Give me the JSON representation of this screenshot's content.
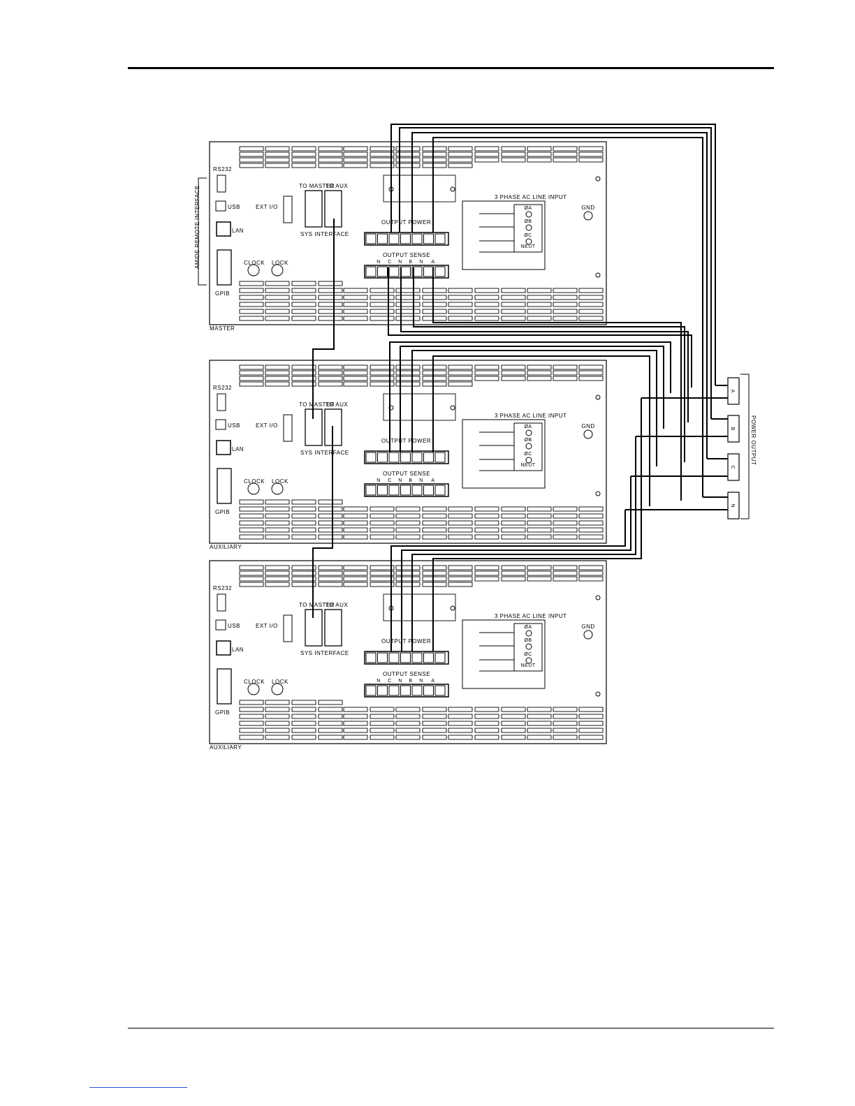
{
  "units": [
    {
      "role_label": "MASTER",
      "rs232": "RS232",
      "usb": "USB",
      "lan": "LAN",
      "gpib": "GPIB",
      "ext_io": "EXT I/O",
      "to_master": "TO MASTER",
      "to_aux": "TO AUX",
      "sys_interface": "SYS INTERFACE",
      "clock": "CLOCK",
      "lock": "LOCK",
      "output_power": "OUTPUT POWER",
      "output_sense": "OUTPUT SENSE",
      "sense_terminals": [
        "N",
        "C",
        "N",
        "B",
        "N",
        "A"
      ],
      "ac_input": "3 PHASE AC LINE INPUT",
      "gnd": "GND",
      "phases": [
        "ØA",
        "ØB",
        "ØC",
        "NEUT"
      ]
    },
    {
      "role_label": "AUXILIARY",
      "rs232": "RS232",
      "usb": "USB",
      "lan": "LAN",
      "gpib": "GPIB",
      "ext_io": "EXT I/O",
      "to_master": "TO MASTER",
      "to_aux": "TO AUX",
      "sys_interface": "SYS INTERFACE",
      "clock": "CLOCK",
      "lock": "LOCK",
      "output_power": "OUTPUT POWER",
      "output_sense": "OUTPUT SENSE",
      "sense_terminals": [
        "N",
        "C",
        "N",
        "B",
        "N",
        "A"
      ],
      "ac_input": "3 PHASE AC LINE INPUT",
      "gnd": "GND",
      "phases": [
        "ØA",
        "ØB",
        "ØC",
        "NEUT"
      ]
    },
    {
      "role_label": "AUXILIARY",
      "rs232": "RS232",
      "usb": "USB",
      "lan": "LAN",
      "gpib": "GPIB",
      "ext_io": "EXT I/O",
      "to_master": "TO MASTER",
      "to_aux": "TO AUX",
      "sys_interface": "SYS INTERFACE",
      "clock": "CLOCK",
      "lock": "LOCK",
      "output_power": "OUTPUT POWER",
      "output_sense": "OUTPUT SENSE",
      "sense_terminals": [
        "N",
        "C",
        "N",
        "B",
        "N",
        "A"
      ],
      "ac_input": "3 PHASE AC LINE INPUT",
      "gnd": "GND",
      "phases": [
        "ØA",
        "ØB",
        "ØC",
        "NEUT"
      ]
    }
  ],
  "remote_interface_label": "AMIDE REMOTE INTERFACE",
  "power_output": {
    "label": "POWER OUTPUT",
    "terminals": [
      "A",
      "B",
      "C",
      "N"
    ]
  },
  "colors": {
    "line": "#000000",
    "link": "#2a4fd6"
  }
}
